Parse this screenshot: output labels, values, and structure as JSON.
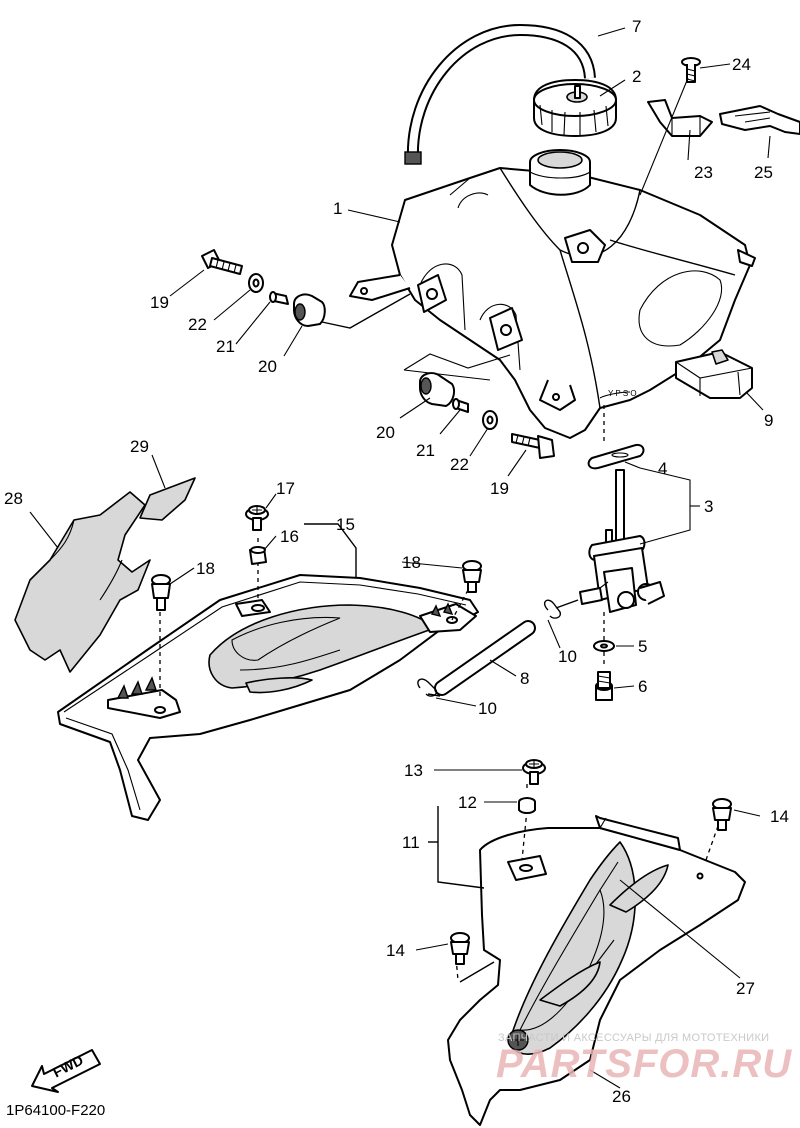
{
  "diagram_code": "1P64100-F220",
  "fwd_label": "FWD",
  "watermark": {
    "caption": "ЗАПЧАСТИ И АКСЕССУАРЫ ДЛЯ МОТОТЕХНИКИ",
    "logo": "PARTSFOR.RU"
  },
  "callouts": [
    {
      "id": "c1",
      "text": "1"
    },
    {
      "id": "c2",
      "text": "2"
    },
    {
      "id": "c3",
      "text": "3"
    },
    {
      "id": "c4",
      "text": "4"
    },
    {
      "id": "c5",
      "text": "5"
    },
    {
      "id": "c6",
      "text": "6"
    },
    {
      "id": "c7",
      "text": "7"
    },
    {
      "id": "c8",
      "text": "8"
    },
    {
      "id": "c9",
      "text": "9"
    },
    {
      "id": "c10a",
      "text": "10"
    },
    {
      "id": "c10b",
      "text": "10"
    },
    {
      "id": "c11",
      "text": "11"
    },
    {
      "id": "c12",
      "text": "12"
    },
    {
      "id": "c13",
      "text": "13"
    },
    {
      "id": "c14a",
      "text": "14"
    },
    {
      "id": "c14b",
      "text": "14"
    },
    {
      "id": "c15",
      "text": "15"
    },
    {
      "id": "c16",
      "text": "16"
    },
    {
      "id": "c17",
      "text": "17"
    },
    {
      "id": "c18a",
      "text": "18"
    },
    {
      "id": "c18b",
      "text": "18"
    },
    {
      "id": "c19a",
      "text": "19"
    },
    {
      "id": "c19b",
      "text": "19"
    },
    {
      "id": "c20a",
      "text": "20"
    },
    {
      "id": "c20b",
      "text": "20"
    },
    {
      "id": "c21a",
      "text": "21"
    },
    {
      "id": "c21b",
      "text": "21"
    },
    {
      "id": "c22a",
      "text": "22"
    },
    {
      "id": "c22b",
      "text": "22"
    },
    {
      "id": "c23",
      "text": "23"
    },
    {
      "id": "c24",
      "text": "24"
    },
    {
      "id": "c25",
      "text": "25"
    },
    {
      "id": "c26",
      "text": "26"
    },
    {
      "id": "c27",
      "text": "27"
    },
    {
      "id": "c28",
      "text": "28"
    },
    {
      "id": "c29",
      "text": "29"
    }
  ]
}
